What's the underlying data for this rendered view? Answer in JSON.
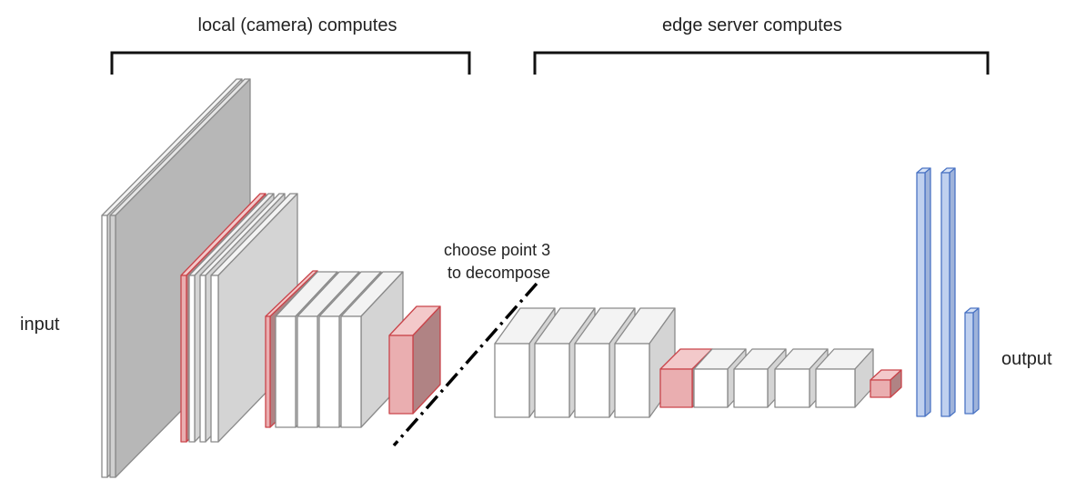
{
  "labels": {
    "local": "local (camera) computes",
    "edge": "edge server computes",
    "input": "input",
    "output": "output",
    "split_line1": "choose point 3",
    "split_line2": "to decompose"
  },
  "colors": {
    "gray_front": "#d0d0d0",
    "gray_side": "#b7b7b7",
    "gray_top": "#e6e6e6",
    "gray_stroke": "#8a8a8a",
    "white_front": "#ffffff",
    "white_side": "#d4d4d4",
    "white_top": "#f3f3f3",
    "red_front": "#eaaeb0",
    "red_side": "#b08384",
    "red_top": "#f3c9ca",
    "red_stroke": "#c9444a",
    "blue_front": "#bfd0ef",
    "blue_side": "#9fb3da",
    "blue_top": "#d8e3f6",
    "blue_stroke": "#4b74c4",
    "bracket": "#111111"
  }
}
